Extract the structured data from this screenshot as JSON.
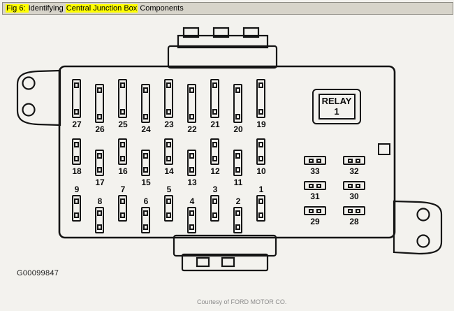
{
  "header": {
    "parts": [
      {
        "text": "Fig 6: ",
        "highlighted": true
      },
      {
        "text": "Identifying ",
        "highlighted": false
      },
      {
        "text": "Central Junction Box",
        "highlighted": true
      },
      {
        "text": " Components",
        "highlighted": false
      }
    ],
    "highlight_color": "#ffff00"
  },
  "diagram": {
    "relay": {
      "line1": "RELAY",
      "line2": "1"
    },
    "fuse_rows": [
      {
        "name": "row-top",
        "labels": [
          "27",
          "26",
          "25",
          "24",
          "23",
          "22",
          "21",
          "20",
          "19"
        ]
      },
      {
        "name": "row-middle",
        "labels": [
          "18",
          "17",
          "16",
          "15",
          "14",
          "13",
          "12",
          "11",
          "10"
        ]
      },
      {
        "name": "row-bottom",
        "labels": [
          "9",
          "8",
          "7",
          "6",
          "5",
          "4",
          "3",
          "2",
          "1"
        ]
      }
    ],
    "relay_fuses": [
      [
        "33",
        "32"
      ],
      [
        "31",
        "30"
      ],
      [
        "29",
        "28"
      ]
    ]
  },
  "footer": {
    "part_number": "G00099847",
    "courtesy": "Courtesy of FORD MOTOR CO."
  }
}
